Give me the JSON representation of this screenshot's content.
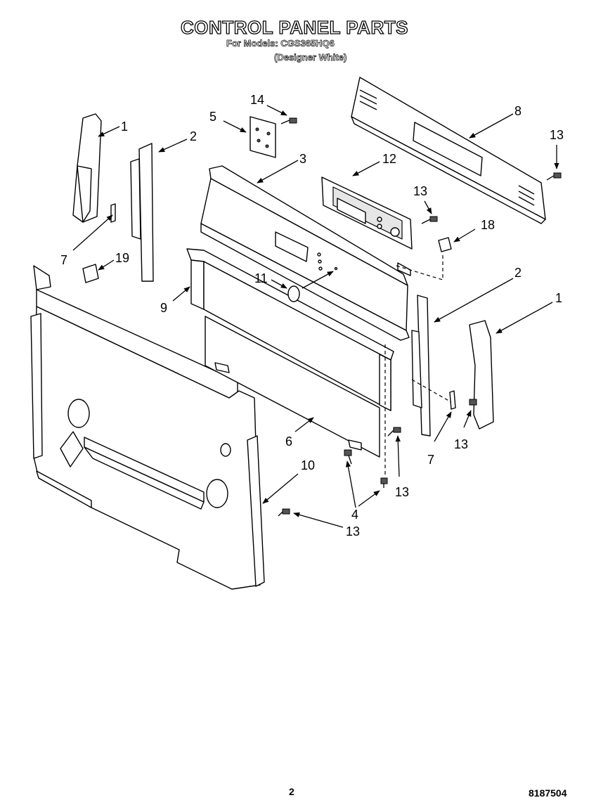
{
  "header": {
    "title": "CONTROL PANEL PARTS",
    "models_line": "For Models: CGS365HQ6",
    "variant": "(Designer White)"
  },
  "footer": {
    "page_number": "2",
    "document_number": "8187504"
  },
  "callouts": {
    "c1_left": "1",
    "c2_left": "2",
    "c5": "5",
    "c14": "14",
    "c3": "3",
    "c8": "8",
    "c12": "12",
    "c13_right_top": "13",
    "c13_mid": "13",
    "c18": "18",
    "c7_left": "7",
    "c19": "19",
    "c11": "11",
    "c9": "9",
    "c2_right": "2",
    "c1_right": "1",
    "c7_right": "7",
    "c13_bracket": "13",
    "c6": "6",
    "c10": "10",
    "c13_lower": "13",
    "c4": "4",
    "c13_bottom": "13"
  }
}
